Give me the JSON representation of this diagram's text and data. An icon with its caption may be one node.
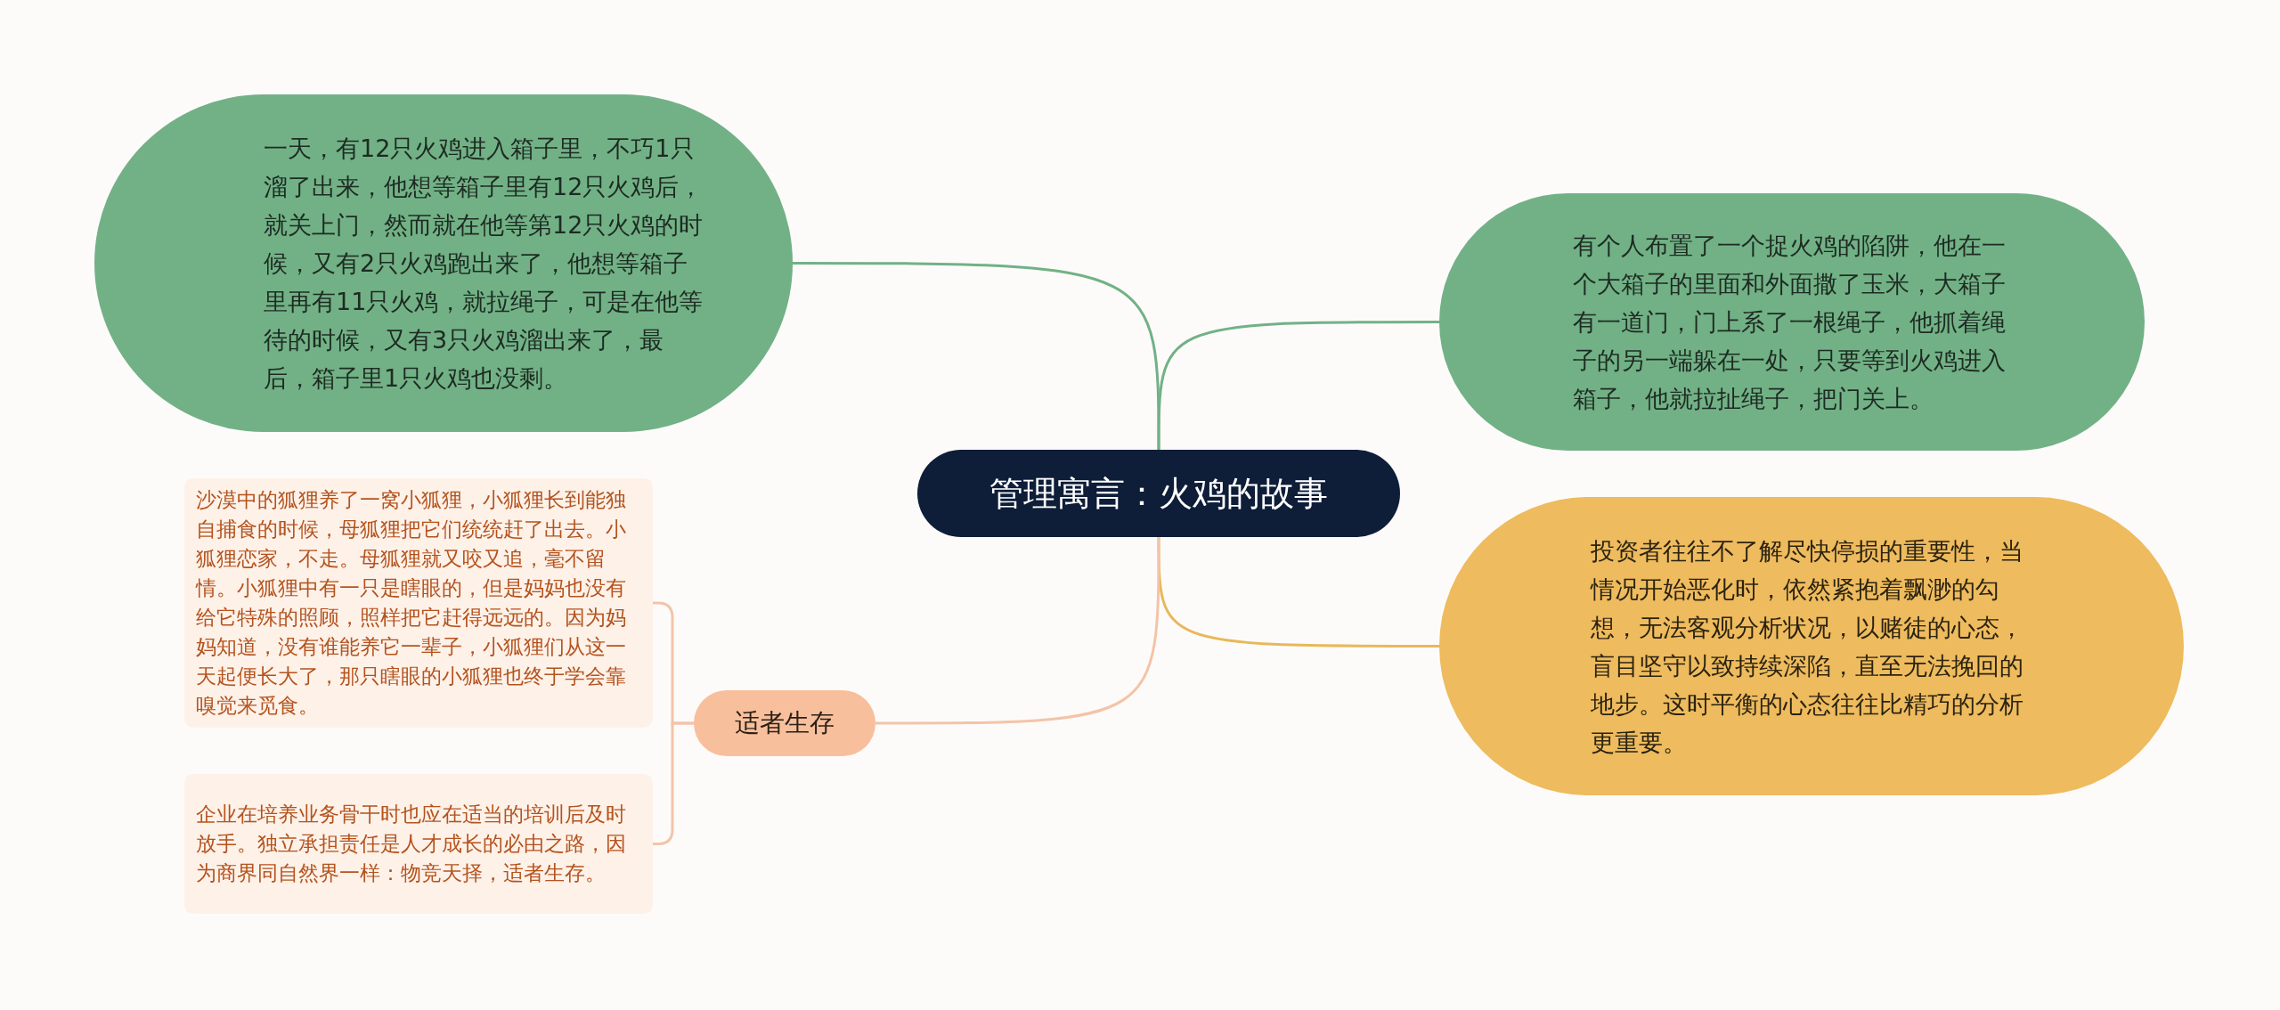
{
  "diagram": {
    "nodes": [
      {
        "text": [
          "管理寓言：火鸡的故事"
        ]
      },
      {
        "text": [
          "一天，有12只火鸡进入箱子里，不巧1只溜了出来，他想等箱子里有12只火鸡后，就关上门，然而就在他等第12只火鸡的时候，又有2只火鸡跑出来了，他想等箱子里再有11只火鸡，就拉绳子，可是在他等待的时候，又有3只火鸡溜出来了，最后，箱子里1只火鸡也没剩。"
        ]
      },
      {
        "text": [
          "有个人布置了一个捉火鸡的陷阱，他在一个大箱子的里面和外面撒了玉米，大箱子有一道门，门上系了一根绳子，他抓着绳子的另一端躲在一处，只要等到火鸡进入箱子，他就拉扯绳子，把门关上。"
        ]
      },
      {
        "text": [
          "投资者往往不了解尽快停损的重要性，当情况开始恶化时，依然紧抱着飘渺的勾想，无法客观分析状况，以赌徒的心态，盲目坚守以致持续深陷，直至无法挽回的地步。这时平衡的心态往往比精巧的分析更重要。"
        ]
      },
      {
        "text": [
          "适者生存"
        ]
      },
      {
        "text": [
          "沙漠中的狐狸养了一窝小狐狸，小狐狸长到能独自捕食的时候，母狐狸把它们统统赶了出去。小狐狸恋家，不走。母狐狸就又咬又追，毫不留情。小狐狸中有一只是瞎眼的，但是妈妈也没有给它特殊的照顾，照样把它赶得远远的。因为妈妈知道，没有谁能养它一辈子，小狐狸们从这一天起便长大了，那只瞎眼的小狐狸也终于学会靠嗅觉来觅食。"
        ]
      },
      {
        "text": [
          "企业在培养业务骨干时也应在适当的培训后及时放手。独立承担责任是人才成长的必由之路，因为商界同自然界一样：物竞天择，适者生存。"
        ]
      }
    ],
    "edges": [
      {
        "from": 0,
        "to": 1,
        "arrow": "none",
        "color": "#72b186"
      },
      {
        "from": 0,
        "to": 2,
        "arrow": "none",
        "color": "#72b186"
      },
      {
        "from": 0,
        "to": 3,
        "arrow": "none",
        "color": "#e8b85a"
      },
      {
        "from": 0,
        "to": 4,
        "arrow": "none"
      },
      {
        "from": 4,
        "to": 5,
        "arrow": "none"
      },
      {
        "from": 4,
        "to": 6,
        "arrow": "none"
      }
    ]
  }
}
